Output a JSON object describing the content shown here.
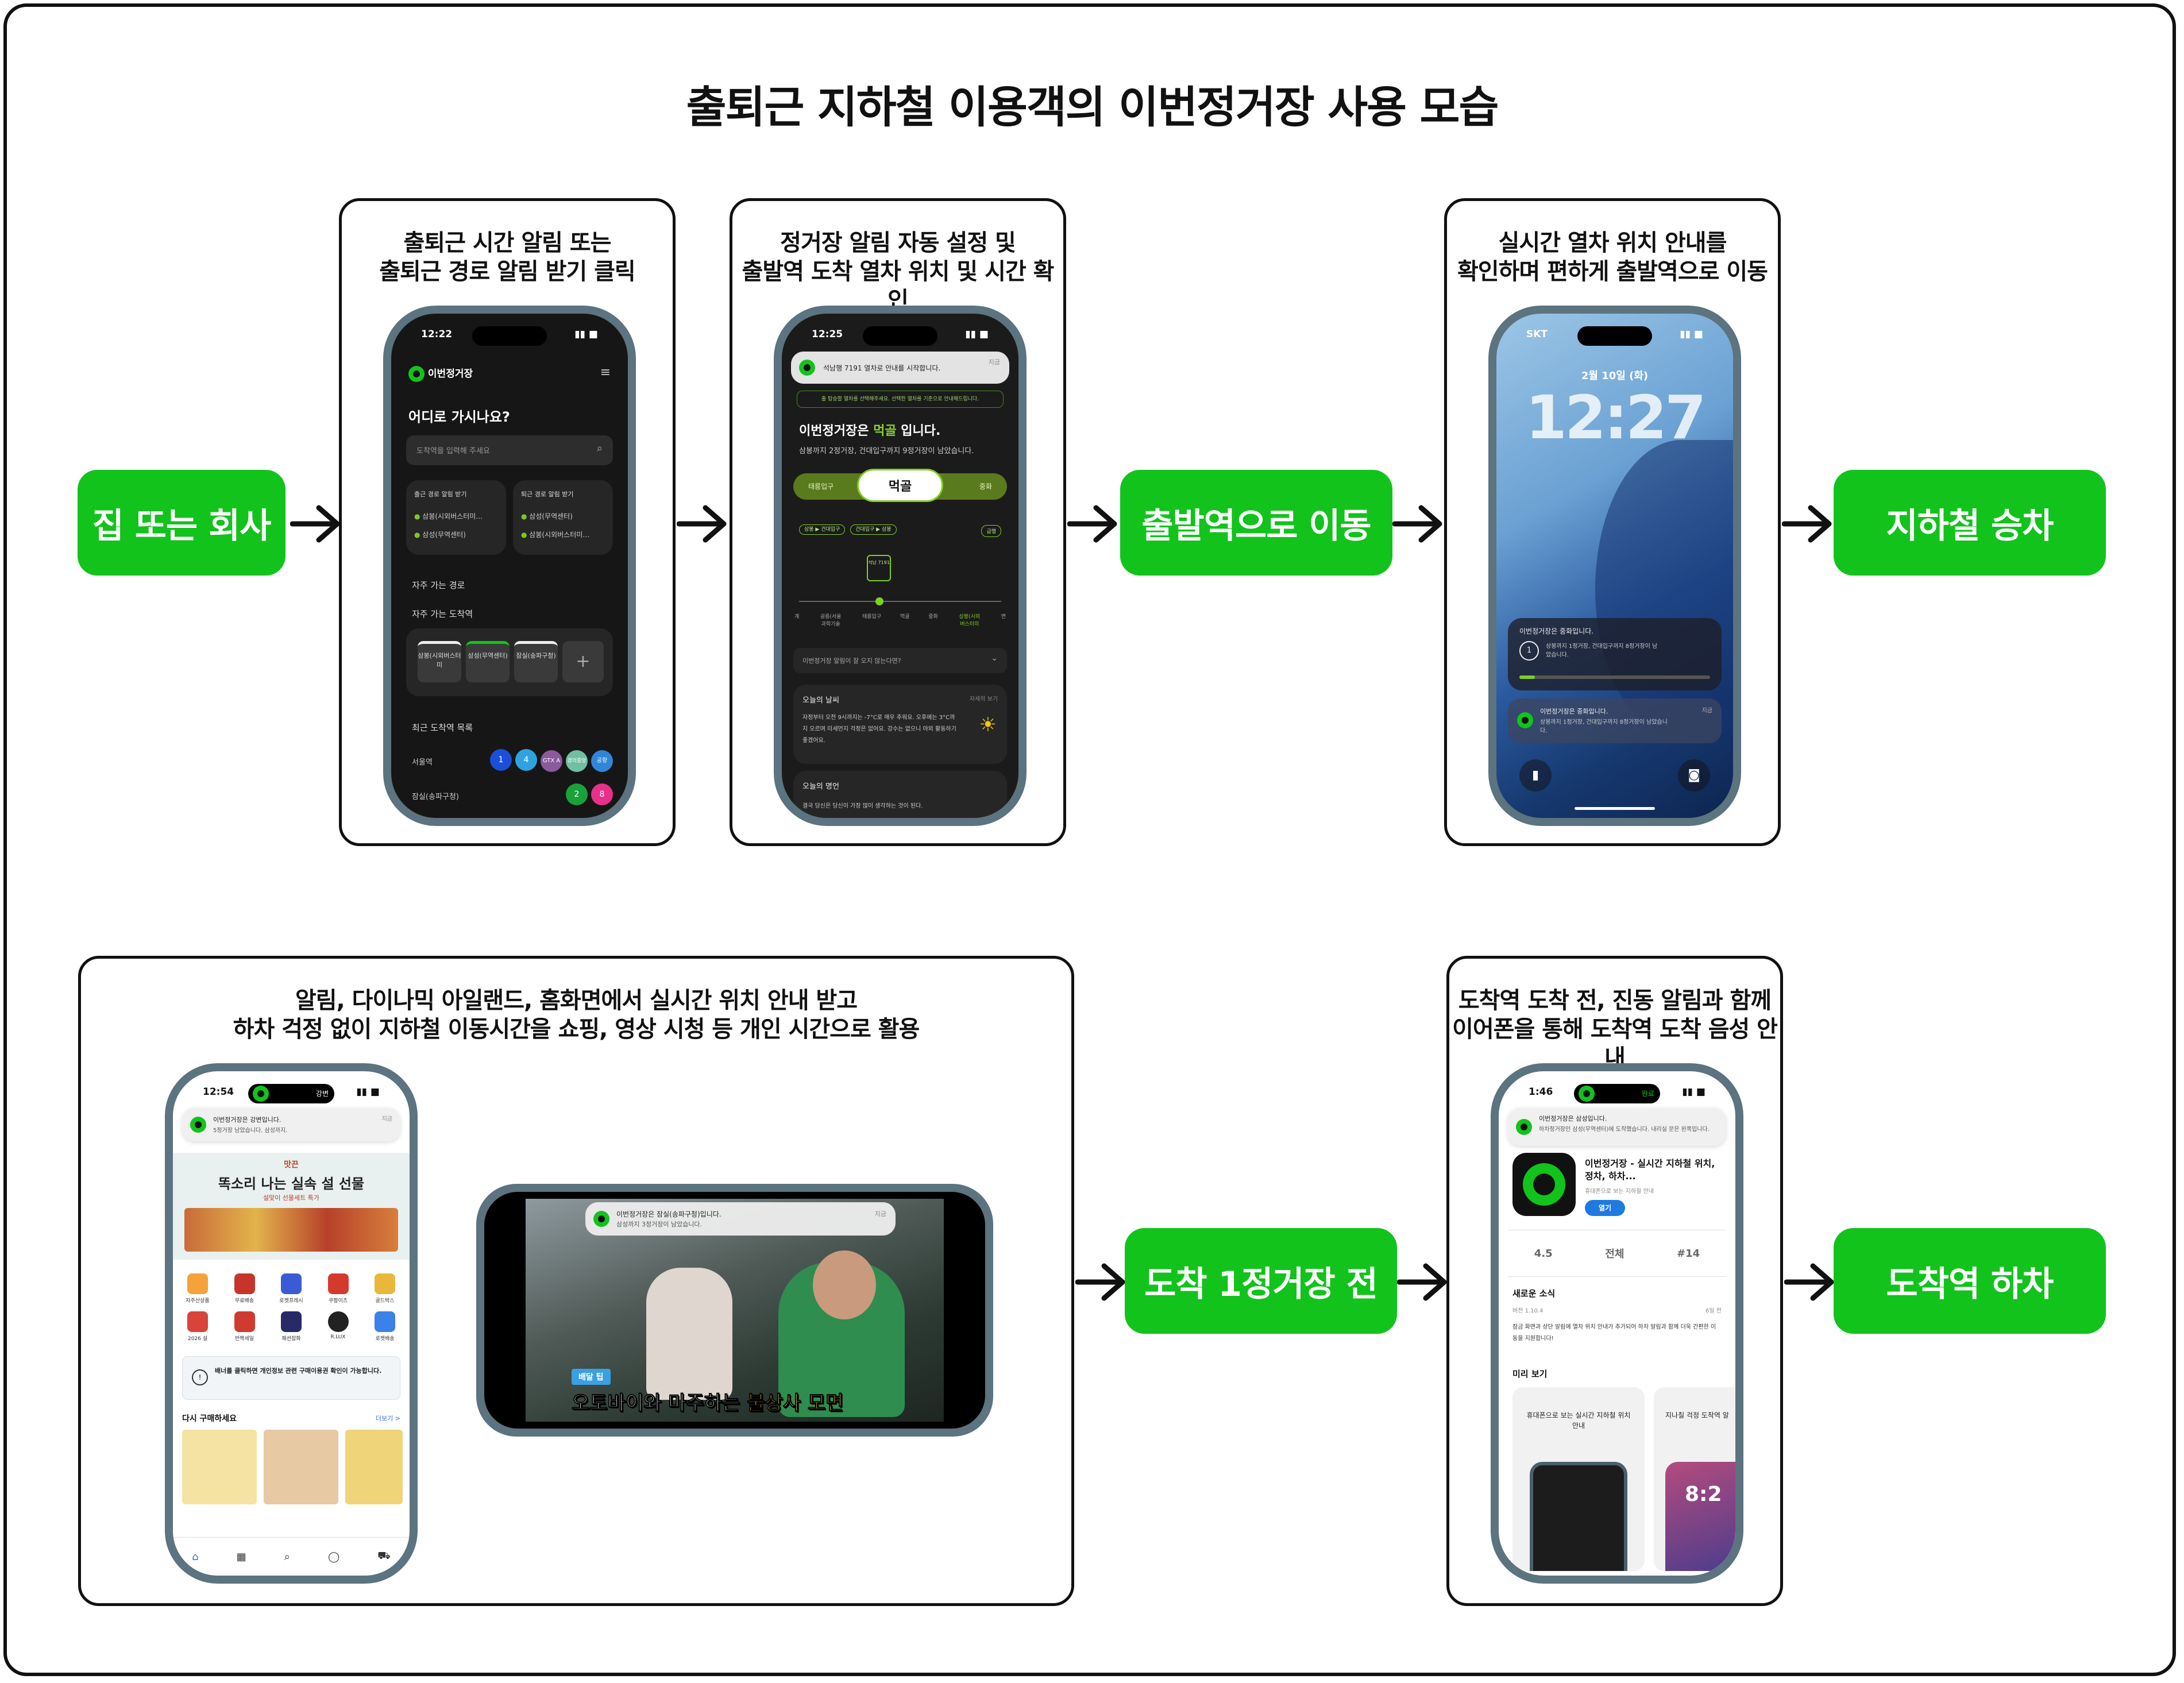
{
  "title": "출퇴근 지하철 이용객의 이번정거장 사용 모습",
  "steps": {
    "home": "집 또는 회사",
    "move": "출발역으로 이동",
    "board": "지하철 승차",
    "before": "도착 1정거장 전",
    "alight": "도착역 하차"
  },
  "captions": {
    "c1_line1": "출퇴근 시간 알림 또는",
    "c1_line2": "출퇴근 경로 알림 받기 클릭",
    "c2_line1": "정거장 알림 자동 설정 및",
    "c2_line2": "출발역 도착 열차 위치 및 시간 확인",
    "c3_line1": "실시간 열차 위치 안내를",
    "c3_line2": "확인하며 편하게 출발역으로 이동",
    "c4_line1": "알림, 다이나믹 아일랜드, 홈화면에서 실시간 위치 안내 받고",
    "c4_line2": "하차 걱정 없이 지하철 이동시간을 쇼핑, 영상 시청 등 개인 시간으로 활용",
    "c5_line1": "도착역 도착 전, 진동 알림과 함께",
    "c5_line2": "이어폰을 통해 도착역 도착 음성 안내"
  },
  "phone1": {
    "time": "12:22",
    "app": "이번정거장",
    "question": "어디로 가시나요?",
    "search_placeholder": "도착역을 입력해 주세요",
    "commute_title": "출근 경로 알림 받기",
    "commute_a": "삼봉(시외버스터미…",
    "commute_b": "삼성(무역센터)",
    "return_title": "퇴근 경로 알림 받기",
    "return_a": "삼성(무역센터)",
    "return_b": "삼봉(시외버스터미…",
    "frequent_route": "자주 가는 경로",
    "frequent_dest": "자주 가는 도착역",
    "dest1": "삼봉(시외버스터미",
    "dest2": "삼성(무역센터)",
    "dest3": "잠실(송파구청)",
    "recent": "최근 도착역 목록",
    "recent1": "서울역",
    "recent2": "잠실(송파구청)",
    "chips1": [
      "1",
      "4",
      "GTX A",
      "경의중앙",
      "공항"
    ],
    "chips2": [
      "2",
      "8"
    ]
  },
  "phone2": {
    "time": "12:25",
    "noti": "석남행 7191 열차로 안내를 시작합니다.",
    "noti_time": "지금",
    "hint": "출 탑승할 열차를 선택해주세요. 선택한 열차를 기준으로 안내해드립니다.",
    "heading_pre": "이번정거장은 ",
    "heading_station": "먹골",
    "heading_post": " 입니다.",
    "sub": "삼봉까지 2정거장, 건대입구까지 9정거장이 남았습니다.",
    "prev": "태릉입구",
    "current": "먹골",
    "next": "중화",
    "line_tags": [
      "삼봉 ▶ 건대입구",
      "건대입구 ▶ 삼봉"
    ],
    "express": "급행",
    "train": "석남 7191",
    "stations": [
      "계",
      "공릉(서울과학기술",
      "태릉입구",
      "먹골",
      "중화",
      "상봉(시외버스터미",
      "면"
    ],
    "question": "이번정거장 알림이 잘 오지 않는다면?",
    "weather_title": "오늘의 날씨",
    "weather_more": "자세히 보기",
    "weather_text": "자정부터 오전 9시까지는 -7°C로 매우 추워요. 오후에는 3°C까지 오르며 미세먼지 걱정은 없어요. 강수는 없으니 야외 활동하기 좋겠어요.",
    "quote_title": "오늘의 명언",
    "quote_text": "결국 당신은 당신이 가장 많이 생각하는 것이 된다."
  },
  "phone3": {
    "carrier": "SKT",
    "date": "2월 10일 (화)",
    "time": "12:27",
    "live_title": "이번정거장은 중화입니다.",
    "live_text": "상봉까지 1정거장, 건대입구까지 8정거장이 남았습니다.",
    "live_badge": "1",
    "noti_title": "이번정거장은 중화입니다.",
    "noti_text": "상봉까지 1정거장, 건대입구까지 8정거장이 남았습니다.",
    "noti_time": "지금"
  },
  "phone4": {
    "time": "12:54",
    "island_label": "강변",
    "noti_title": "이번정거장은 강변입니다.",
    "noti_text": "5정거장 남았습니다. 삼성까지.",
    "noti_time": "지금",
    "brand": "맛끈",
    "banner": "똑소리 나는 실속 설 선물",
    "banner_sub": "설맞이 선물세트 특가",
    "icons1": [
      "자주산상품",
      "무료배송",
      "로켓프레시",
      "쿠팡이츠",
      "골드박스"
    ],
    "icons2": [
      "2026 설",
      "반짝세일",
      "패션잡화",
      "R.LUX",
      "로켓배송"
    ],
    "privacy": "배너를 클릭하면 개인정보 관련 구매이용권 확인이 가능합니다.",
    "rebuy": "다시 구매하세요",
    "more": "더보기 >"
  },
  "phone5": {
    "noti_title": "이번정거장은 잠실(송파구청)입니다.",
    "noti_text": "삼성까지 3정거장이 남았습니다.",
    "noti_time": "지금",
    "badge": "배달 팁",
    "subtitle_pre": "오토바이와 마주하는 ",
    "subtitle_em": "불상사 모면"
  },
  "phone6": {
    "time": "1:46",
    "island_label": "완료",
    "noti_title": "이번정거장은 삼성입니다.",
    "noti_text": "하차정거장인 삼성(무역센터)에 도착했습니다. 내리실 문은 왼쪽입니다.",
    "app_title": "이번정거장 - 실시간 지하철 위치, 정차, 하차...",
    "app_sub": "휴대폰으로 보는 지하철 안내",
    "open": "열기",
    "rating": "4.5",
    "age": "전체",
    "rank": "#14",
    "whats_new": "새로운 소식",
    "version": "버전 1.10.4",
    "date": "6일 전",
    "notes": "잠금 화면과 상단 알림에 열차 위치 안내가 추가되어 하차 알림과 함께 더욱 간편한 이동을 지원합니다!",
    "preview": "미리 보기",
    "shot1": "휴대폰으로 보는 실시간 지하철 위치 안내",
    "shot2": "지나칠 걱정 도착역 알",
    "shot_time": "8:2"
  },
  "colors": {
    "accent": "#12c31c",
    "ink": "#111111"
  }
}
